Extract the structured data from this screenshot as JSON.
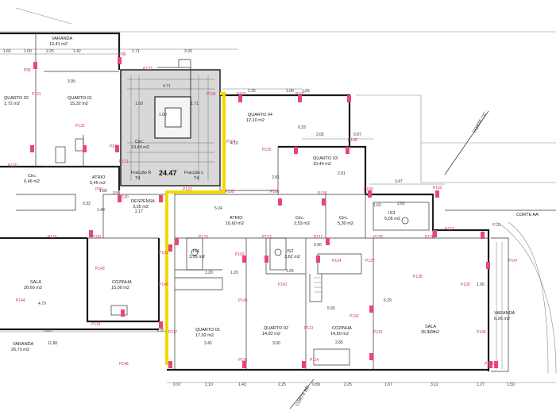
{
  "accent_colors": {
    "wall": "#1a1a1a",
    "highlight": "#f5d800",
    "marker": "#e8486e",
    "pillar": "#c3367a"
  },
  "rooms": [
    {
      "name": "VARANDA",
      "area": "13,41 m2"
    },
    {
      "name": "QUARTO 02",
      "area": "1,72 m2"
    },
    {
      "name": "QUARTO 01",
      "area": "15,32 m2"
    },
    {
      "name": "Circ.",
      "area": "13,40 m2"
    },
    {
      "name": "QUARTO 04",
      "area": "12,10 m2"
    },
    {
      "name": "QUARTO 03",
      "area": "10,44 m2"
    },
    {
      "name": "Circ.",
      "area": "6,46 m2"
    },
    {
      "name": "ATRIO",
      "area": "5,45 m2"
    },
    {
      "name": "DESPENSA",
      "area": "3,25 m2"
    },
    {
      "name": "ATRIO",
      "area": "10,60 m2"
    },
    {
      "name": "Circ.",
      "area": "2,53 m2"
    },
    {
      "name": "Circ.",
      "area": "5,30 m2"
    },
    {
      "name": "IS3",
      "area": "5,05 m2"
    },
    {
      "name": "SALA",
      "area": "28,60 m2"
    },
    {
      "name": "COZINHA",
      "area": "15,00 m2"
    },
    {
      "name": "IS1",
      "area": "3,05 m2"
    },
    {
      "name": "IS2",
      "area": "3,62 m2"
    },
    {
      "name": "QUARTO 01",
      "area": "17,92 m2"
    },
    {
      "name": "QUARTO 02",
      "area": "14,92 m2"
    },
    {
      "name": "COZINHA",
      "area": "14,50 m2"
    },
    {
      "name": "SALA",
      "area": "35,17 m2"
    },
    {
      "name": "VARANDA",
      "area": "26,73 m2"
    },
    {
      "name": "VARANDA",
      "area": "6,26 m2"
    }
  ],
  "fractions": {
    "left": "Fracção R",
    "right": "Fracção L",
    "left_type": "T4",
    "right_type": "T4",
    "level": "24.47"
  },
  "sections": {
    "c": "CORTE CC'",
    "a": "CORTE AA'",
    "b": "CORTE BB'"
  },
  "pillars": [
    "P95",
    "P96",
    "P97",
    "P98",
    "P99",
    "P100",
    "P101",
    "P102",
    "P103",
    "P104",
    "P105",
    "P106",
    "P107",
    "P108",
    "P109",
    "P110",
    "P111",
    "P112",
    "P113",
    "P114",
    "P115",
    "P116",
    "P117",
    "P118",
    "P119",
    "P120",
    "P121",
    "P122",
    "P123",
    "P124",
    "P125",
    "P126",
    "P127",
    "P128",
    "P129",
    "P130",
    "P131",
    "P132",
    "P133",
    "P134",
    "P135",
    "P136",
    "P137",
    "P138",
    "P139",
    "P140",
    "P141",
    "P142",
    "P143",
    "P144",
    "P145",
    "P146",
    "P147",
    "P148"
  ],
  "dims": {
    "top": [
      "1.65",
      "1.00",
      "2.25",
      "1.42",
      "1.71",
      "3.30",
      "1.05",
      "2.25",
      "1.08",
      "3.95",
      "4.71",
      "2.05",
      "0.97",
      "3.47"
    ],
    "middle": [
      "1.50",
      "1.71",
      "1.60",
      "4.10",
      "2.81",
      "2.81",
      "0.33",
      "1.80",
      "1.48",
      "2.17",
      "0.33",
      "5.24",
      "1.62",
      "2.62",
      "1.20",
      "1.20",
      "1.65",
      "0.90",
      "4.79",
      "3.85",
      "11.80",
      "1.05",
      "3.45",
      "3.00",
      "2.85",
      "5.65",
      "6.29",
      "5.07",
      "1.95"
    ],
    "bottom": [
      "0.97",
      "2.10",
      "1.43",
      "2.25",
      "0.89",
      "2.25",
      "1.67",
      "3.12",
      "1.27",
      "1.50"
    ]
  }
}
